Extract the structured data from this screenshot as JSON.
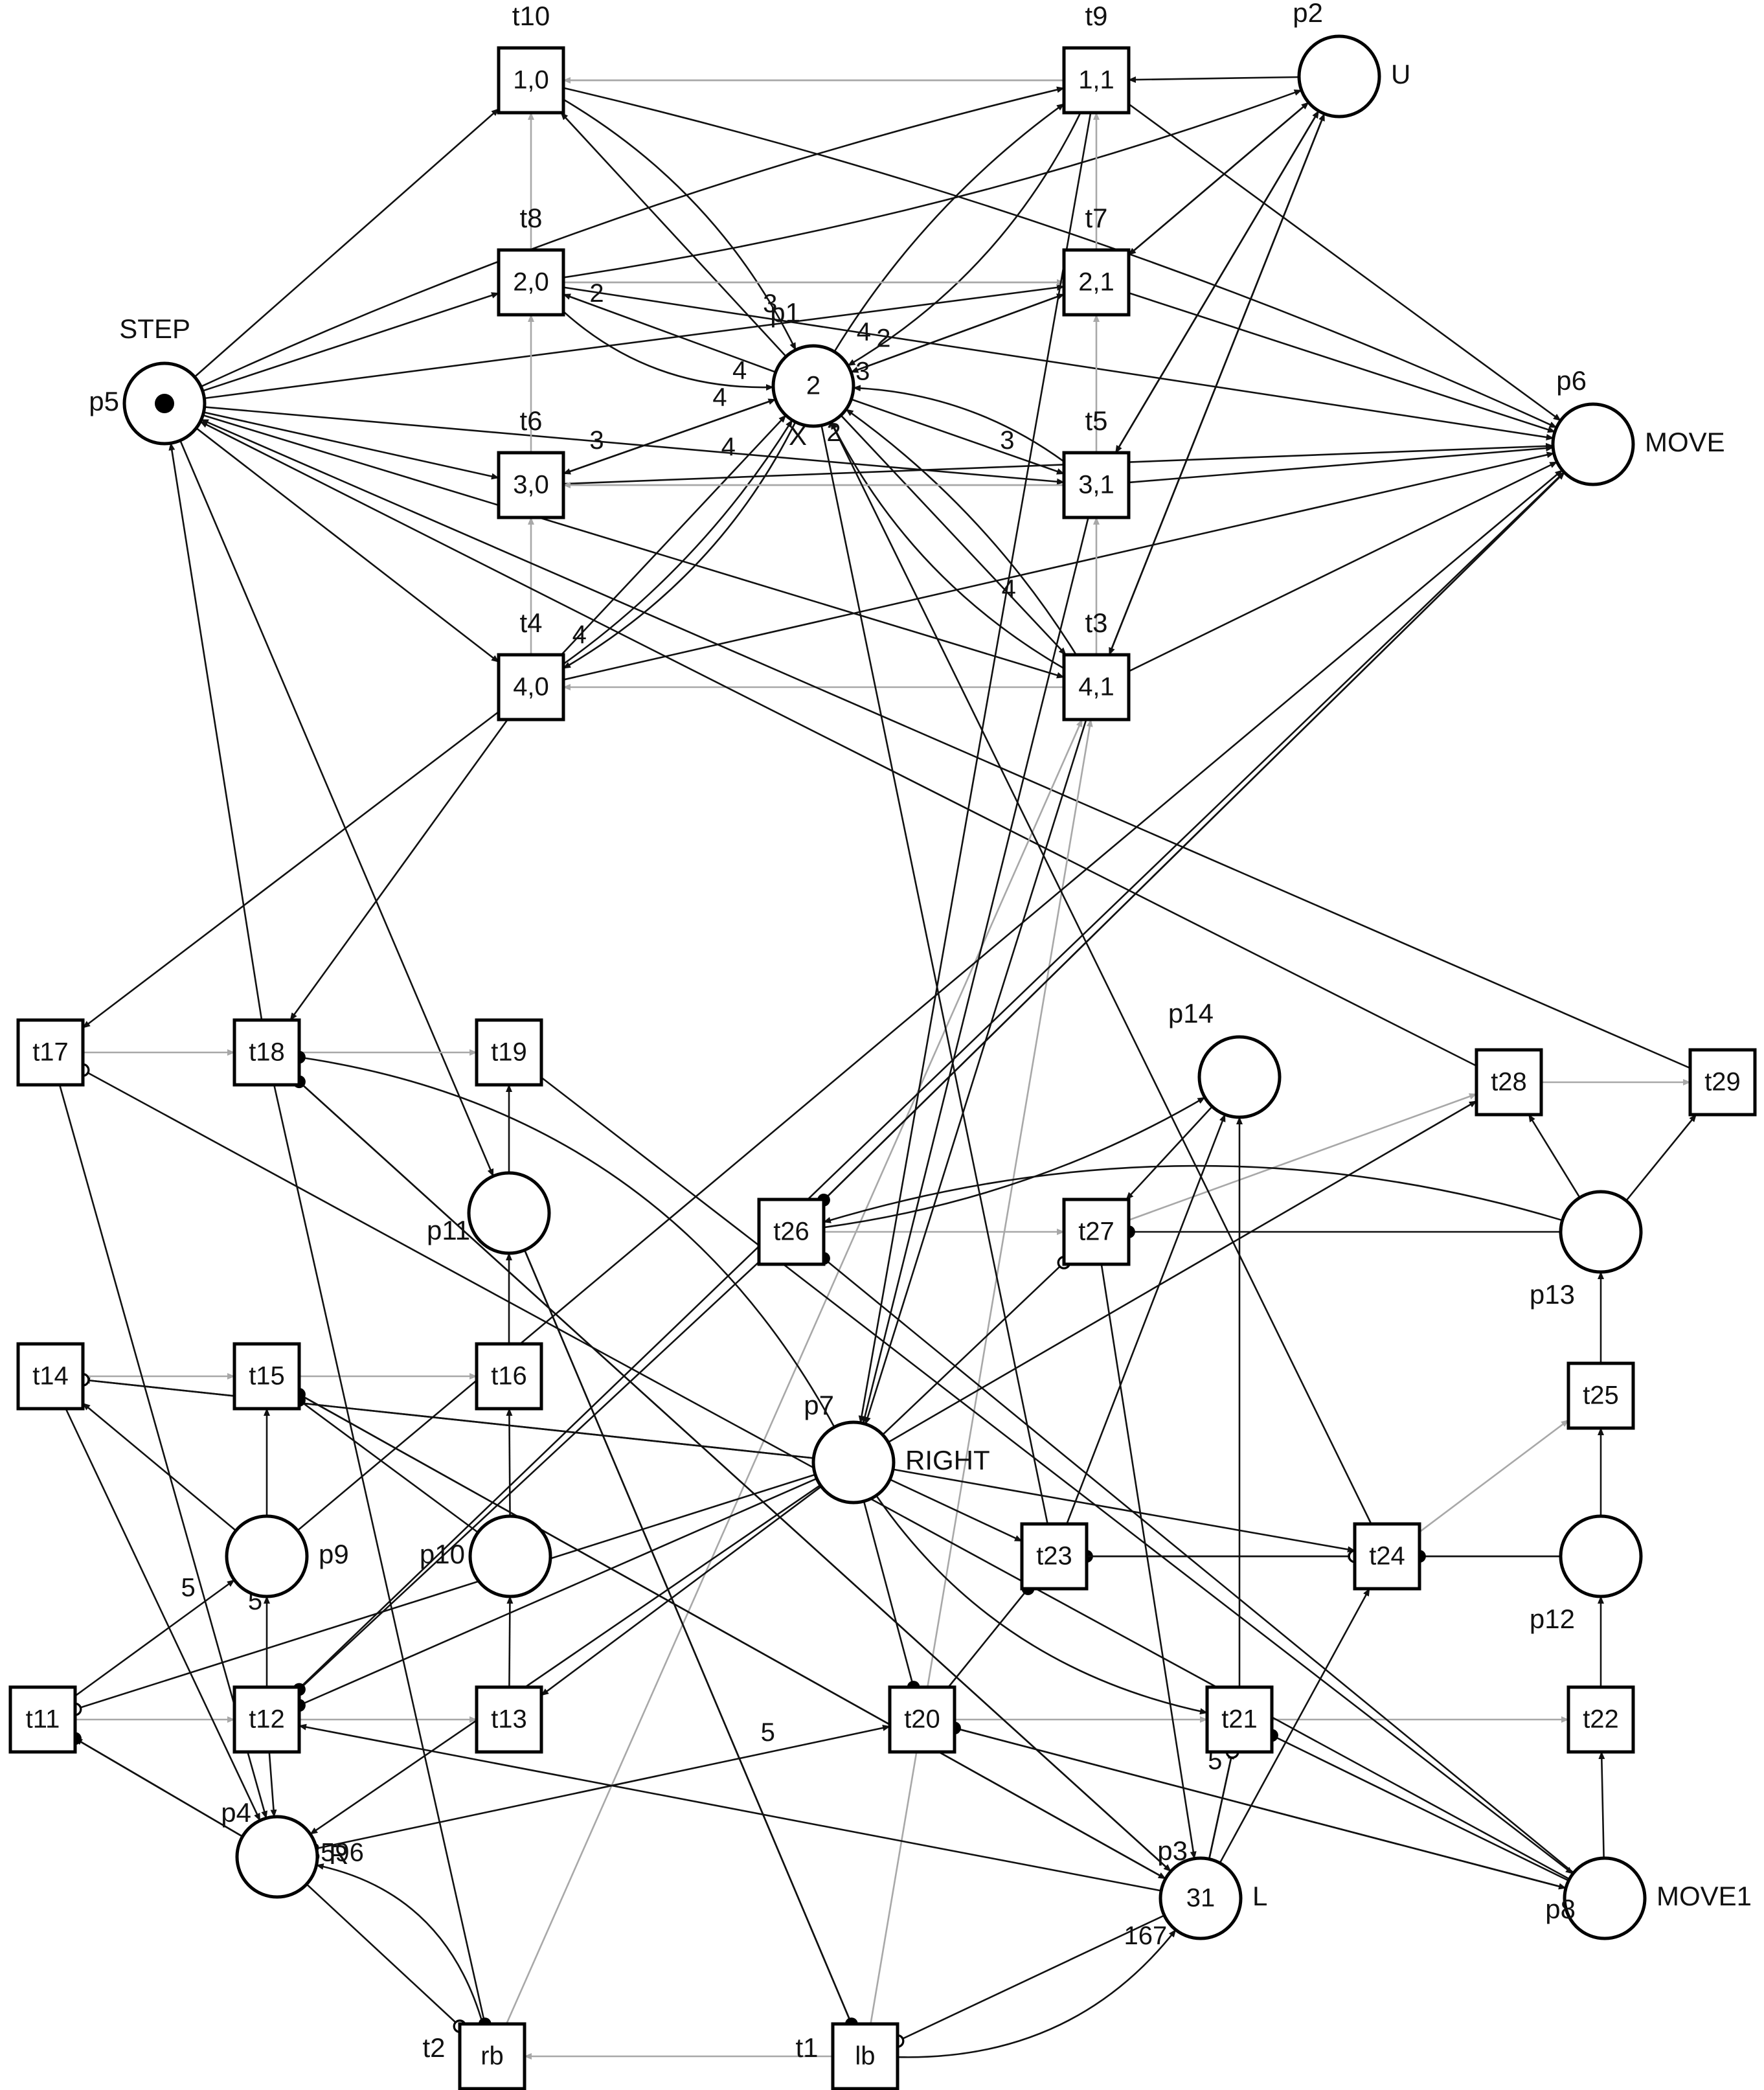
{
  "colors": {
    "stroke": "#111111",
    "gray_arc": "#a8a8a8",
    "background": "#ffffff"
  },
  "places": [
    {
      "id": "p1",
      "label": "p1",
      "name": "X",
      "tokens": "2"
    },
    {
      "id": "p2",
      "label": "p2",
      "name": "U",
      "tokens": ""
    },
    {
      "id": "p3",
      "label": "p3",
      "name": "L",
      "tokens": "31"
    },
    {
      "id": "p4",
      "label": "p4",
      "name": "R",
      "tokens": ""
    },
    {
      "id": "p5",
      "label": "p5",
      "name": "STEP",
      "tokens": "",
      "token_dot": true
    },
    {
      "id": "p6",
      "label": "p6",
      "name": "MOVE",
      "tokens": ""
    },
    {
      "id": "p7",
      "label": "p7",
      "name": "RIGHT",
      "tokens": ""
    },
    {
      "id": "p8",
      "label": "p8",
      "name": "MOVE1",
      "tokens": ""
    },
    {
      "id": "p9",
      "label": "p9",
      "name": "",
      "tokens": ""
    },
    {
      "id": "p10",
      "label": "p10",
      "name": "",
      "tokens": ""
    },
    {
      "id": "p11",
      "label": "p11",
      "name": "",
      "tokens": ""
    },
    {
      "id": "p12",
      "label": "p12",
      "name": "",
      "tokens": ""
    },
    {
      "id": "p13",
      "label": "p13",
      "name": "",
      "tokens": ""
    },
    {
      "id": "p14",
      "label": "p14",
      "name": "",
      "tokens": ""
    }
  ],
  "transitions": [
    {
      "id": "t10",
      "label": "t10",
      "text": "1,0"
    },
    {
      "id": "t9",
      "label": "t9",
      "text": "1,1"
    },
    {
      "id": "t8",
      "label": "t8",
      "text": "2,0"
    },
    {
      "id": "t7",
      "label": "t7",
      "text": "2,1"
    },
    {
      "id": "t6",
      "label": "t6",
      "text": "3,0"
    },
    {
      "id": "t5",
      "label": "t5",
      "text": "3,1"
    },
    {
      "id": "t4",
      "label": "t4",
      "text": "4,0"
    },
    {
      "id": "t3",
      "label": "t3",
      "text": "4,1"
    },
    {
      "id": "t17",
      "label": "",
      "text": "t17"
    },
    {
      "id": "t18",
      "label": "",
      "text": "t18"
    },
    {
      "id": "t19",
      "label": "",
      "text": "t19"
    },
    {
      "id": "t14",
      "label": "",
      "text": "t14"
    },
    {
      "id": "t15",
      "label": "",
      "text": "t15"
    },
    {
      "id": "t16",
      "label": "",
      "text": "t16"
    },
    {
      "id": "t11",
      "label": "",
      "text": "t11"
    },
    {
      "id": "t12",
      "label": "",
      "text": "t12"
    },
    {
      "id": "t13",
      "label": "",
      "text": "t13"
    },
    {
      "id": "t20",
      "label": "",
      "text": "t20"
    },
    {
      "id": "t21",
      "label": "",
      "text": "t21"
    },
    {
      "id": "t22",
      "label": "",
      "text": "t22"
    },
    {
      "id": "t23",
      "label": "",
      "text": "t23"
    },
    {
      "id": "t24",
      "label": "",
      "text": "t24"
    },
    {
      "id": "t25",
      "label": "",
      "text": "t25"
    },
    {
      "id": "t26",
      "label": "",
      "text": "t26"
    },
    {
      "id": "t27",
      "label": "",
      "text": "t27"
    },
    {
      "id": "t28",
      "label": "",
      "text": "t28"
    },
    {
      "id": "t29",
      "label": "",
      "text": "t29"
    },
    {
      "id": "t1",
      "label": "t1",
      "text": "lb"
    },
    {
      "id": "t2",
      "label": "t2",
      "text": "rb"
    }
  ],
  "arcs": [
    {
      "from": "p5",
      "to": "t10"
    },
    {
      "from": "p5",
      "to": "t8"
    },
    {
      "from": "p5",
      "to": "t6"
    },
    {
      "from": "p5",
      "to": "t4"
    },
    {
      "from": "p5",
      "to": "t9",
      "curve": -0.05
    },
    {
      "from": "p5",
      "to": "t7"
    },
    {
      "from": "p5",
      "to": "t5"
    },
    {
      "from": "p5",
      "to": "t3"
    },
    {
      "from": "t10",
      "to": "p6",
      "curve": -0.05
    },
    {
      "from": "t9",
      "to": "p6"
    },
    {
      "from": "t8",
      "to": "p6"
    },
    {
      "from": "t7",
      "to": "p6"
    },
    {
      "from": "t6",
      "to": "p6"
    },
    {
      "from": "t5",
      "to": "p6"
    },
    {
      "from": "t4",
      "to": "p6"
    },
    {
      "from": "t3",
      "to": "p6"
    },
    {
      "from": "p2",
      "to": "t9"
    },
    {
      "from": "p2",
      "to": "t7"
    },
    {
      "from": "p2",
      "to": "t5"
    },
    {
      "from": "p2",
      "to": "t3"
    },
    {
      "from": "t8",
      "to": "p2",
      "curve": 0.05
    },
    {
      "from": "t7",
      "to": "p2"
    },
    {
      "from": "t5",
      "to": "p2"
    },
    {
      "from": "t3",
      "to": "p2"
    },
    {
      "from": "p1",
      "to": "t10"
    },
    {
      "from": "t10",
      "to": "p1",
      "curve": -0.15,
      "weight": "3"
    },
    {
      "from": "t9",
      "to": "p1",
      "curve": -0.15,
      "weight": "4"
    },
    {
      "from": "p1",
      "to": "t9",
      "curve": -0.1
    },
    {
      "from": "p1",
      "to": "t8",
      "weight": "2"
    },
    {
      "from": "t8",
      "to": "p1",
      "curve": 0.2,
      "weight": "4"
    },
    {
      "from": "p1",
      "to": "t7"
    },
    {
      "from": "t7",
      "to": "p1",
      "weight": "2"
    },
    {
      "from": "p1",
      "to": "t6",
      "weight": "3"
    },
    {
      "from": "t6",
      "to": "p1",
      "weight": "4"
    },
    {
      "from": "p1",
      "to": "t5",
      "weight": "3"
    },
    {
      "from": "t5",
      "to": "p1",
      "curve": 0.15,
      "weight": "3"
    },
    {
      "from": "t4",
      "to": "p1",
      "weight": "4"
    },
    {
      "from": "p1",
      "to": "t4",
      "curve": -0.15,
      "weight": "4"
    },
    {
      "from": "t4",
      "to": "p1",
      "curve": 0.1
    },
    {
      "from": "p1",
      "to": "t3",
      "weight": "4"
    },
    {
      "from": "t3",
      "to": "p1",
      "curve": 0.1
    },
    {
      "from": "t3",
      "to": "p1",
      "curve": -0.15,
      "weight": "2"
    },
    {
      "from": "t10",
      "to": "t9",
      "gray": true,
      "head": false
    },
    {
      "from": "t9",
      "to": "t10",
      "gray": true
    },
    {
      "from": "t8",
      "to": "t7",
      "gray": true
    },
    {
      "from": "t7",
      "to": "t8",
      "gray": true,
      "head": false
    },
    {
      "from": "t6",
      "to": "t5",
      "gray": true,
      "head": false
    },
    {
      "from": "t5",
      "to": "t6",
      "gray": true
    },
    {
      "from": "t3",
      "to": "t4",
      "gray": true
    },
    {
      "from": "t8",
      "to": "t10",
      "gray": true
    },
    {
      "from": "t6",
      "to": "t8",
      "gray": true
    },
    {
      "from": "t4",
      "to": "t6",
      "gray": true
    },
    {
      "from": "t7",
      "to": "t9",
      "gray": true
    },
    {
      "from": "t5",
      "to": "t7",
      "gray": true
    },
    {
      "from": "t3",
      "to": "t5",
      "gray": true
    },
    {
      "from": "t4",
      "to": "t17"
    },
    {
      "from": "t4",
      "to": "t18"
    },
    {
      "from": "t18",
      "to": "p5"
    },
    {
      "from": "p11",
      "to": "p5",
      "head": true,
      "rev": true
    },
    {
      "from": "t28",
      "to": "p5"
    },
    {
      "from": "t29",
      "to": "p5"
    },
    {
      "from": "t17",
      "to": "t18",
      "gray": true
    },
    {
      "from": "t18",
      "to": "t19",
      "gray": true
    },
    {
      "from": "t14",
      "to": "t15",
      "gray": true
    },
    {
      "from": "t15",
      "to": "t16",
      "gray": true
    },
    {
      "from": "t11",
      "to": "t12",
      "gray": true
    },
    {
      "from": "t12",
      "to": "t13",
      "gray": true
    },
    {
      "from": "t20",
      "to": "t21",
      "gray": true
    },
    {
      "from": "t21",
      "to": "t22",
      "gray": true
    },
    {
      "from": "t23",
      "to": "t24",
      "gray": true
    },
    {
      "from": "t24",
      "to": "t25",
      "gray": true
    },
    {
      "from": "t26",
      "to": "t27",
      "gray": true
    },
    {
      "from": "t27",
      "to": "t28",
      "gray": true
    },
    {
      "from": "t28",
      "to": "t29",
      "gray": true
    },
    {
      "from": "t1",
      "to": "t2",
      "gray": true
    },
    {
      "from": "t2",
      "to": "t3",
      "gray": true
    },
    {
      "from": "t1",
      "to": "t3",
      "gray": true
    },
    {
      "from": "p11",
      "to": "t19"
    },
    {
      "from": "p10",
      "to": "t16"
    },
    {
      "from": "t13",
      "to": "p10"
    },
    {
      "from": "p9",
      "to": "t15"
    },
    {
      "from": "t12",
      "to": "p9",
      "weight": "5"
    },
    {
      "from": "t11",
      "to": "p9",
      "weight": "5"
    },
    {
      "from": "p9",
      "to": "t14"
    },
    {
      "from": "t16",
      "to": "p11"
    },
    {
      "from": "t17",
      "to": "p4"
    },
    {
      "from": "t14",
      "to": "p4"
    },
    {
      "from": "t12",
      "to": "p4"
    },
    {
      "from": "p4",
      "to": "t11"
    },
    {
      "from": "p4",
      "to": "t20",
      "weight": "5"
    },
    {
      "from": "p3",
      "to": "t12"
    },
    {
      "from": "p3",
      "to": "t21",
      "weight": "5"
    },
    {
      "from": "p3",
      "to": "t24"
    },
    {
      "from": "t2",
      "to": "p4",
      "curve": 0.3,
      "weight": "13596"
    },
    {
      "from": "t1",
      "to": "p3",
      "curve": 0.25,
      "weight": "167"
    },
    {
      "from": "t18",
      "to": "p3"
    },
    {
      "from": "t15",
      "to": "p3"
    },
    {
      "from": "t27",
      "to": "p3"
    },
    {
      "from": "p7",
      "to": "t14"
    },
    {
      "from": "p7",
      "to": "t23"
    },
    {
      "from": "p7",
      "to": "t24"
    },
    {
      "from": "p7",
      "to": "t28"
    },
    {
      "from": "p7",
      "to": "t13"
    },
    {
      "from": "p7",
      "to": "p4",
      "head": true
    },
    {
      "from": "t9",
      "to": "p7"
    },
    {
      "from": "t5",
      "to": "p7"
    },
    {
      "from": "t3",
      "to": "p7"
    },
    {
      "from": "p1",
      "to": "t23",
      "head": false,
      "rev": true
    },
    {
      "from": "t24",
      "to": "p1"
    },
    {
      "from": "p7",
      "to": "t21",
      "curve": 0.2
    },
    {
      "from": "t26",
      "to": "p6"
    },
    {
      "from": "t22",
      "to": "p12"
    },
    {
      "from": "p8",
      "to": "t22"
    },
    {
      "from": "p12",
      "to": "t25"
    },
    {
      "from": "t25",
      "to": "p13"
    },
    {
      "from": "p13",
      "to": "t28"
    },
    {
      "from": "p13",
      "to": "t29"
    },
    {
      "from": "p13",
      "to": "t26",
      "curve": 0.15
    },
    {
      "from": "t21",
      "to": "p14"
    },
    {
      "from": "p14",
      "to": "t27"
    },
    {
      "from": "t26",
      "to": "p14",
      "curve": 0.1
    },
    {
      "from": "t23",
      "to": "p14"
    },
    {
      "from": "p9",
      "to": "p6",
      "head": true
    },
    {
      "from": "t12",
      "to": "p6",
      "head": true
    },
    {
      "from": "t19",
      "to": "p8"
    },
    {
      "from": "t20",
      "to": "p8"
    },
    {
      "from": "t1",
      "to": "p11",
      "head": false
    }
  ],
  "inhibitor_arcs": [
    {
      "from": "p8",
      "to": "t17",
      "end": "circle"
    },
    {
      "from": "p7",
      "to": "t18",
      "end": "dot",
      "curve": 0.25
    },
    {
      "from": "p3",
      "to": "t18",
      "end": "dot"
    },
    {
      "from": "p7",
      "to": "t14",
      "end": "circle"
    },
    {
      "from": "p10",
      "to": "t15",
      "end": "dot"
    },
    {
      "from": "p3",
      "to": "t15",
      "end": "dot"
    },
    {
      "from": "p7",
      "to": "t11",
      "end": "circle"
    },
    {
      "from": "p4",
      "to": "t11",
      "end": "dot"
    },
    {
      "from": "p7",
      "to": "t12",
      "end": "dot"
    },
    {
      "from": "t26",
      "to": "t12",
      "end": "dot"
    },
    {
      "from": "p7",
      "to": "t20",
      "end": "dot"
    },
    {
      "from": "p8",
      "to": "t20",
      "end": "dot"
    },
    {
      "from": "p3",
      "to": "t21",
      "end": "circle"
    },
    {
      "from": "p8",
      "to": "t21",
      "end": "dot"
    },
    {
      "from": "t20",
      "to": "t23",
      "end": "dot"
    },
    {
      "from": "p12",
      "to": "t23",
      "end": "dot"
    },
    {
      "from": "t23",
      "to": "t24",
      "end": "circle"
    },
    {
      "from": "p12",
      "to": "t24",
      "end": "dot"
    },
    {
      "from": "p6",
      "to": "t26",
      "end": "dot"
    },
    {
      "from": "p8",
      "to": "t26",
      "end": "dot"
    },
    {
      "from": "p13",
      "to": "t27",
      "end": "dot"
    },
    {
      "from": "p7",
      "to": "t27",
      "end": "circle"
    },
    {
      "from": "p4",
      "to": "t2",
      "end": "circle"
    },
    {
      "from": "t18",
      "to": "t2",
      "end": "dot"
    },
    {
      "from": "p3",
      "to": "t1",
      "end": "circle"
    },
    {
      "from": "p11",
      "to": "t1",
      "end": "dot"
    }
  ]
}
